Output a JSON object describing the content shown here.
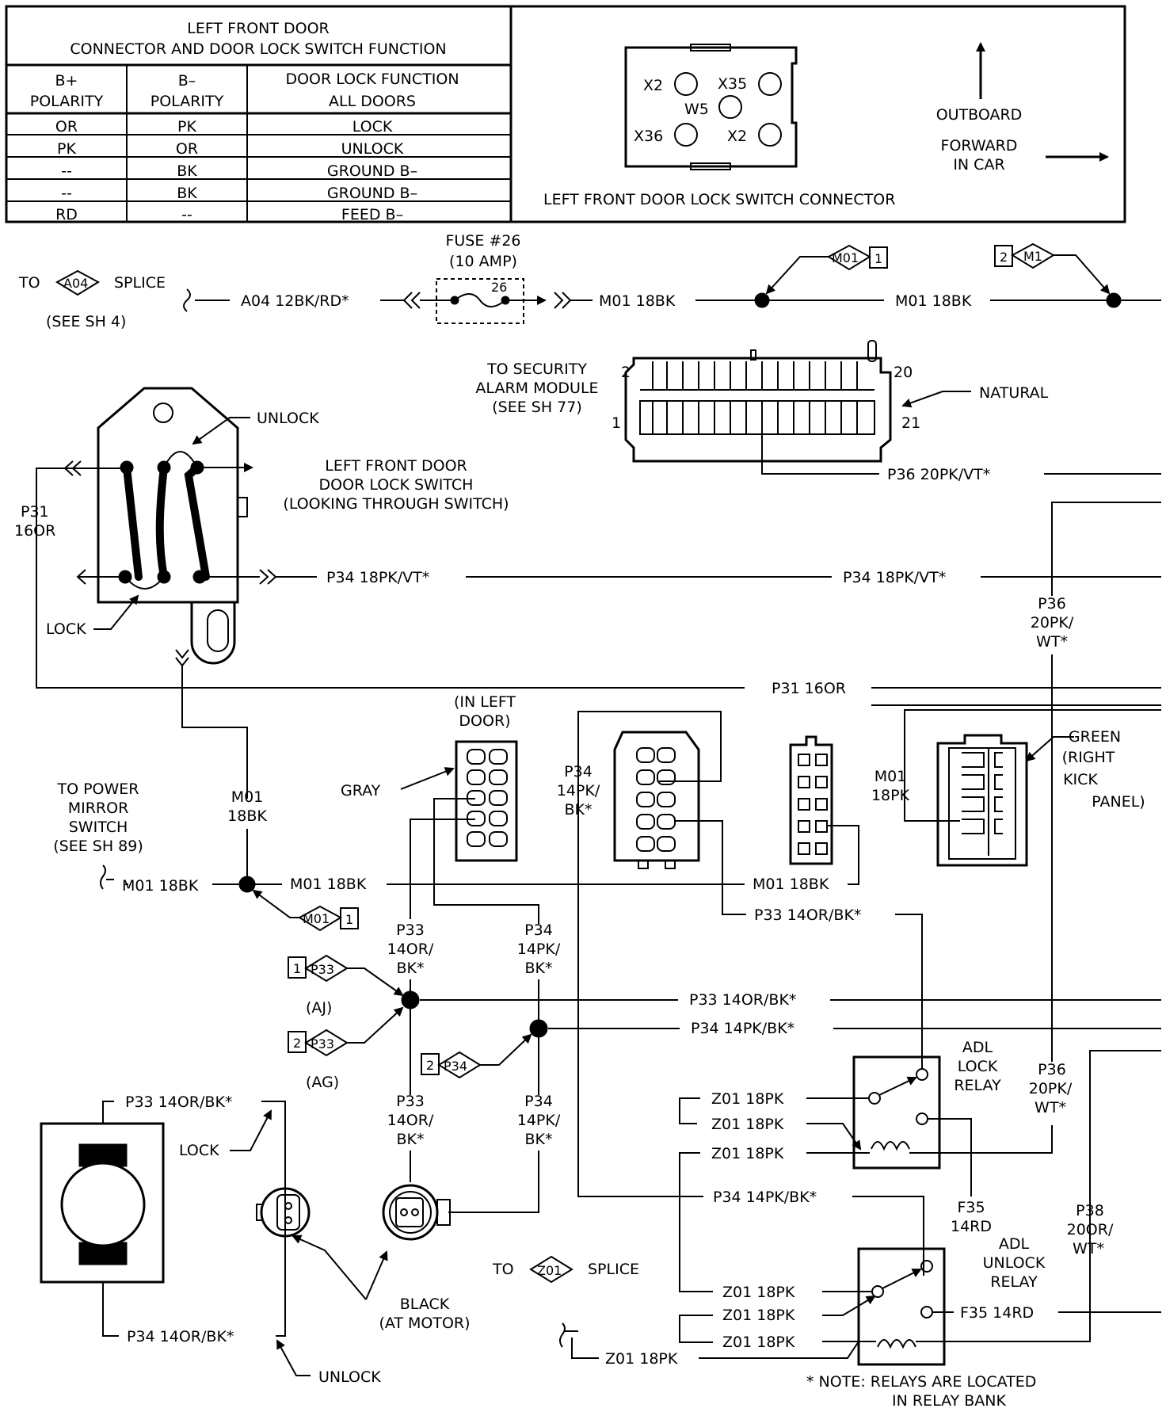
{
  "table": {
    "title_line1": "LEFT FRONT DOOR",
    "title_line2": "CONNECTOR AND DOOR LOCK SWITCH FUNCTION",
    "headers": [
      [
        "B+",
        "POLARITY"
      ],
      [
        "B–",
        "POLARITY"
      ],
      [
        "DOOR LOCK FUNCTION",
        "ALL DOORS"
      ]
    ],
    "rows": [
      [
        "OR",
        "PK",
        "LOCK"
      ],
      [
        "PK",
        "OR",
        "UNLOCK"
      ],
      [
        "--",
        "BK",
        "GROUND B–"
      ],
      [
        "--",
        "BK",
        "GROUND B–"
      ],
      [
        "RD",
        "--",
        "FEED B–"
      ]
    ]
  },
  "connector_view": {
    "pins": [
      "X2",
      "X35",
      "W5",
      "X36",
      "X2"
    ],
    "outboard": "OUTBOARD",
    "forward_1": "FORWARD",
    "forward_2": "IN CAR",
    "caption": "LEFT FRONT DOOR LOCK SWITCH CONNECTOR"
  },
  "labels": {
    "to": "TO",
    "a04": "A04",
    "splice": "SPLICE",
    "see_sh4": "(SEE SH  4)",
    "a04_wire": "A04  12BK/RD*",
    "fuse_1": "FUSE #26",
    "fuse_2": "(10 AMP)",
    "fuse_num": "26",
    "m01_18bk": "M01  18BK",
    "m01": "M01",
    "m1": "M1",
    "one": "1",
    "two": "2",
    "sec_1": "TO SECURITY",
    "sec_2": "ALARM MODULE",
    "sec_3": "(SEE SH 77)",
    "pin2": "2",
    "pin20": "20",
    "pin1": "1",
    "pin21": "21",
    "natural": "NATURAL",
    "p36_20pkvt": "P36  20PK/VT*",
    "unlock": "UNLOCK",
    "lock": "LOCK",
    "switch_1": "LEFT FRONT DOOR",
    "switch_2": "DOOR LOCK SWITCH",
    "switch_3": "(LOOKING THROUGH SWITCH)",
    "p31": "P31",
    "p31_gauge": "16OR",
    "p34_18pkvt": "P34  18PK/VT*",
    "p36": "P36",
    "p36_20pk": "20PK/",
    "p36_wt": "WT*",
    "p31_16or": "P31  16OR",
    "in_left_1": "(IN LEFT",
    "in_left_2": "DOOR)",
    "gray": "GRAY",
    "p34": "P34",
    "p34_14pk": "14PK/",
    "bk": "BK*",
    "m01_18pk_1": "M01",
    "m01_18pk_2": "18PK",
    "green_1": "GREEN",
    "green_2": "(RIGHT",
    "green_3": "KICK",
    "green_4": "PANEL)",
    "pm_1": "TO POWER",
    "pm_2": "MIRROR",
    "pm_3": "SWITCH",
    "pm_4": "(SEE SH 89)",
    "m01_v1": "M01",
    "m01_v2": "18BK",
    "p33": "P33",
    "p33_14or": "14OR/",
    "p33_14orbk": "P33  14OR/BK*",
    "p34_14pkbk": "P34  14PK/BK*",
    "aj": "(AJ)",
    "ag": "(AG)",
    "z01_18pk": "Z01  18PK",
    "adl_lock_1": "ADL",
    "adl_lock_2": "LOCK",
    "adl_lock_3": "RELAY",
    "adl_unlock_1": "ADL",
    "adl_unlock_2": "UNLOCK",
    "adl_unlock_3": "RELAY",
    "f35": "F35",
    "f35_14rd": "14RD",
    "f35_wire": "F35  14RD",
    "p38": "P38",
    "p38_20or": "20OR/",
    "p38_wt": "WT*",
    "z01": "Z01",
    "black_1": "BLACK",
    "black_2": "(AT MOTOR)",
    "p34_14orbk": "P34  14OR/BK*",
    "note_1": "* NOTE:  RELAYS ARE LOCATED",
    "note_2": "IN RELAY BANK"
  }
}
